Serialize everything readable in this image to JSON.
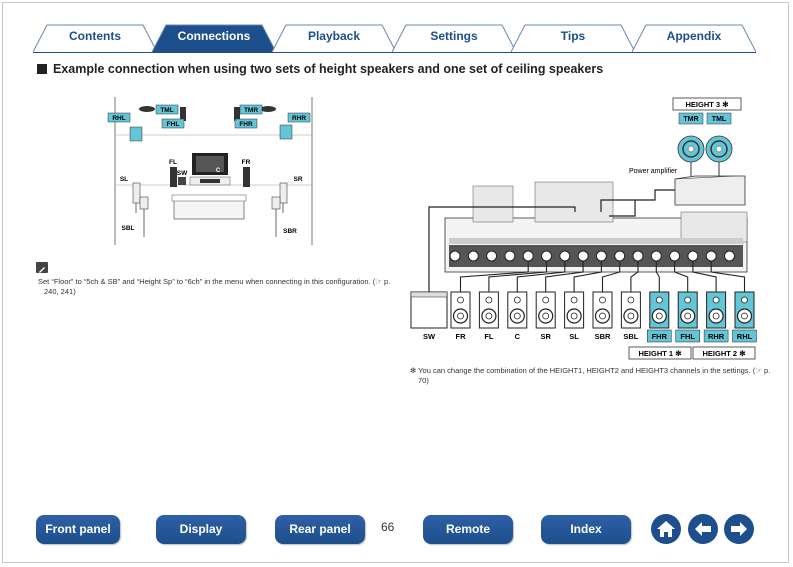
{
  "tabs": [
    {
      "label": "Contents",
      "active": false
    },
    {
      "label": "Connections",
      "active": true
    },
    {
      "label": "Playback",
      "active": false
    },
    {
      "label": "Settings",
      "active": false
    },
    {
      "label": "Tips",
      "active": false
    },
    {
      "label": "Appendix",
      "active": false
    }
  ],
  "heading": "Example connection when using two sets of height speakers and one set of ceiling speakers",
  "room_diagram": {
    "top_labels": [
      "RHL",
      "TML",
      "FHL",
      "TMR",
      "FHR",
      "RHR"
    ],
    "labels": [
      "FL",
      "FR",
      "SW",
      "SL",
      "SR",
      "SBL",
      "SBR",
      "C"
    ]
  },
  "connection_diagram": {
    "height3_label": "HEIGHT 3",
    "height3_speakers": [
      "TMR",
      "TML"
    ],
    "power_amplifier_label": "Power amplifier",
    "bottom_speakers": [
      "SW",
      "FR",
      "FL",
      "C",
      "SR",
      "SL",
      "SBR",
      "SBL",
      "FHR",
      "FHL",
      "RHR",
      "RHL"
    ],
    "height1_label": "HEIGHT 1",
    "height2_label": "HEIGHT 2",
    "asterisk": "✻"
  },
  "note": "Set “Floor” to “5ch & SB” and “Height Sp” to “6ch” in the menu when connecting in this configuration.  (☞ p. 240,  241)",
  "footnote": "✻ You can change the combination of the HEIGHT1, HEIGHT2 and HEIGHT3 channels in the settings.  (☞ p. 70)",
  "nav": {
    "front_panel": "Front panel",
    "display": "Display",
    "rear_panel": "Rear panel",
    "page_number": "66",
    "remote": "Remote",
    "index": "Index"
  },
  "colors": {
    "accent": "#1d4f8c",
    "speaker_highlight": "#63c5d6"
  }
}
